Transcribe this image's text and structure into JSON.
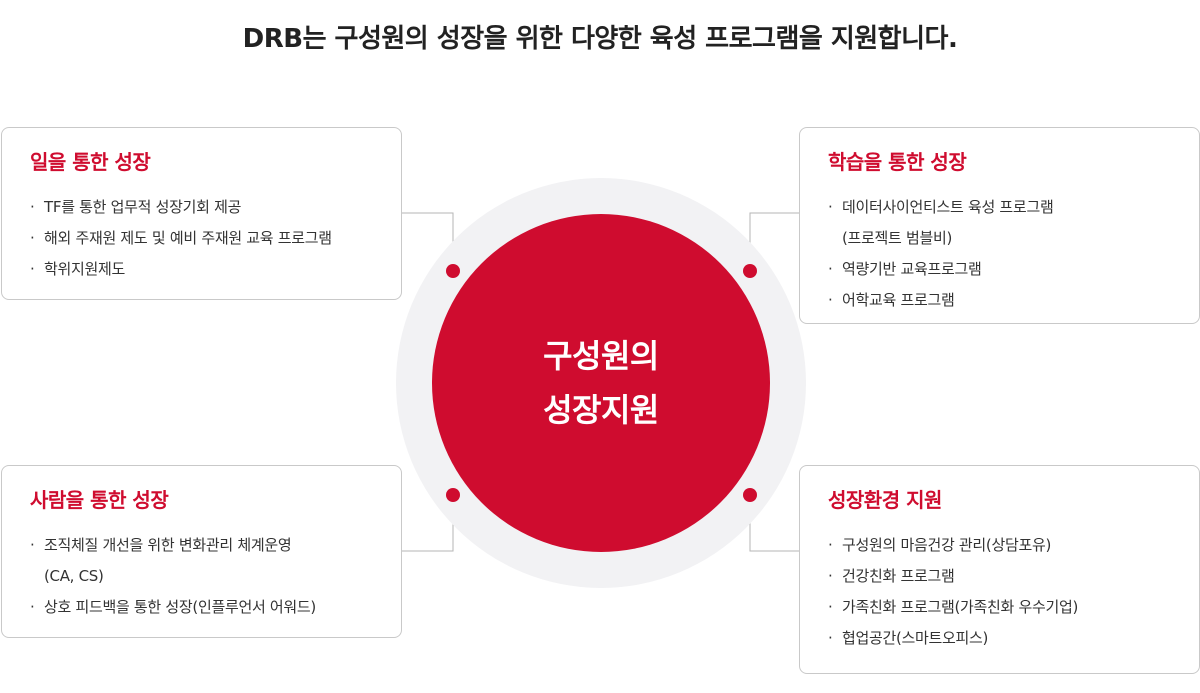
{
  "header": {
    "title": "DRB는 구성원의 성장을 위한 다양한 육성 프로그램을 지원합니다."
  },
  "center": {
    "line1": "구성원의",
    "line2": "성장지원"
  },
  "boxes": {
    "work": {
      "title": "일을 통한 성장",
      "items": [
        "TF를 통한 업무적 성장기회 제공",
        "해외 주재원 제도 및 예비 주재원 교육 프로그램",
        "학위지원제도"
      ]
    },
    "learn": {
      "title": "학습을 통한 성장",
      "items": [
        "데이터사이언티스트 육성 프로그램",
        "(프로젝트 범블비)",
        "역량기반 교육프로그램",
        "어학교육 프로그램"
      ]
    },
    "people": {
      "title": "사람을 통한 성장",
      "items": [
        "조직체질 개선을 위한 변화관리 체계운영",
        "(CA, CS)",
        "상호 피드백을 통한 성장(인플루언서 어워드)"
      ]
    },
    "env": {
      "title": "성장환경 지원",
      "items": [
        "구성원의 마음건강 관리(상담포유)",
        "건강친화 프로그램",
        "가족친화 프로그램(가족친화 우수기업)",
        "협업공간(스마트오피스)"
      ]
    }
  },
  "colors": {
    "accent": "#cf0c2f",
    "halo": "#f2f2f4",
    "border": "#c9c9c9",
    "text": "#222222"
  }
}
